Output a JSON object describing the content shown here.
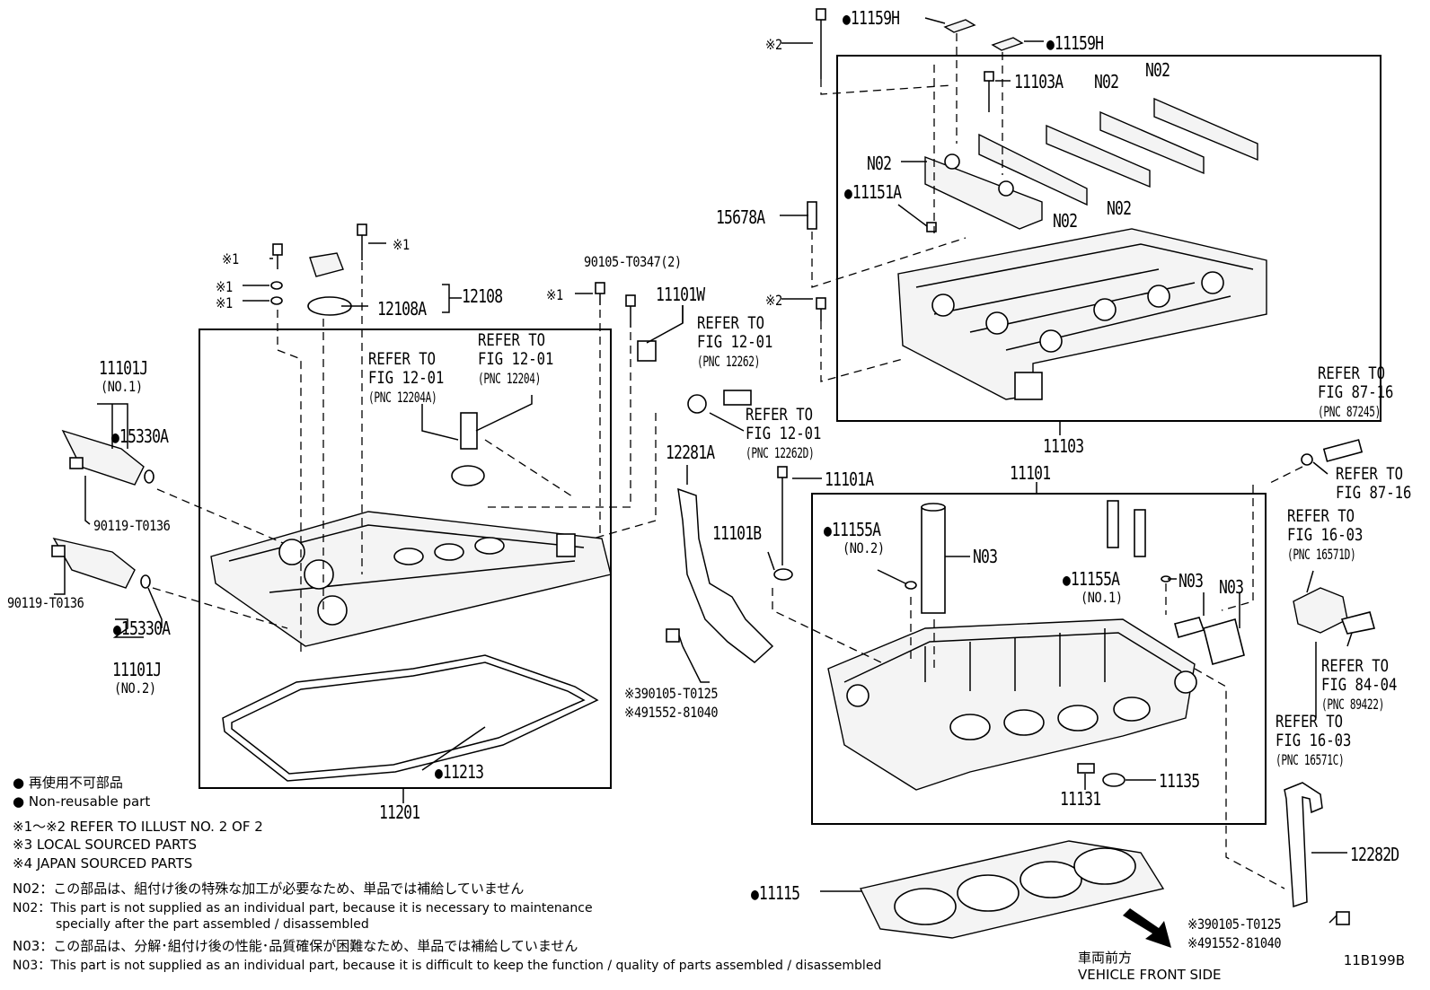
{
  "diagram_code": "11B199B",
  "part_labels": {
    "p11159H_top": "11159H",
    "p11159H_right": "11159H",
    "p11103A": "11103A",
    "n02_a": "N02",
    "n02_b": "N02",
    "n02_c": "N02",
    "n02_d": "N02",
    "n02_e": "N02",
    "p11151A": "11151A",
    "p15678A": "15678A",
    "p11103": "11103",
    "p12108": "12108",
    "p12108A": "12108A",
    "p90105_T0347": "90105-T0347(2)",
    "p11101W": "11101W",
    "p11101J_1": "11101J",
    "p11101J_1_sub": "(NO.1)",
    "p15330A_1": "15330A",
    "p90119_1": "90119-T0136",
    "p90119_2": "90119-T0136",
    "p15330A_2": "15330A",
    "p11101J_2": "11101J",
    "p11101J_2_sub": "(NO.2)",
    "p12281A": "12281A",
    "p11101A": "11101A",
    "p11101B": "11101B",
    "p11101": "11101",
    "p11155A_2": "11155A",
    "p11155A_2_sub": "(NO.2)",
    "n03_a": "N03",
    "p11155A_1": "11155A",
    "p11155A_1_sub": "(NO.1)",
    "n03_b": "N03",
    "n03_c": "N03",
    "p11213": "11213",
    "p11201": "11201",
    "p90105_T0125_a": "※390105-T0125",
    "p491552_a": "※491552-81040",
    "p11131": "11131",
    "p11135": "11135",
    "p11115": "11115",
    "p12282D": "12282D",
    "p90105_T0125_b": "※390105-T0125",
    "p491552_b": "※491552-81040",
    "mark_top_left": "※2",
    "mark_mid": "※2",
    "mark_1a": "※1",
    "mark_1b": "※1",
    "mark_1c": "※1",
    "mark_1d": "※1",
    "mark_1e": "※1"
  },
  "references": {
    "ref_12204A": [
      "REFER TO",
      "FIG 12-01",
      "(PNC 12204A)"
    ],
    "ref_12204": [
      "REFER TO",
      "FIG 12-01",
      "(PNC 12204)"
    ],
    "ref_12262": [
      "REFER TO",
      "FIG 12-01",
      "(PNC 12262)"
    ],
    "ref_12262D": [
      "REFER TO",
      "FIG 12-01",
      "(PNC 12262D)"
    ],
    "ref_87245": [
      "REFER TO",
      "FIG 87-16",
      "(PNC 87245)"
    ],
    "ref_87_16": [
      "REFER TO",
      "FIG 87-16"
    ],
    "ref_16571D": [
      "REFER TO",
      "FIG 16-03",
      "(PNC 16571D)"
    ],
    "ref_89422": [
      "REFER TO",
      "FIG 84-04",
      "(PNC 89422)"
    ],
    "ref_16571C": [
      "REFER TO",
      "FIG 16-03",
      "(PNC 16571C)"
    ]
  },
  "legend": {
    "jp_nonreusable": "再使用不可部品",
    "en_nonreusable": "Non-reusable part",
    "note1": "※1～※2  REFER TO ILLUST NO. 2 OF 2",
    "note3": "※3  LOCAL SOURCED PARTS",
    "note4": "※4  JAPAN SOURCED PARTS",
    "n02_jp": "N02：この部品は、組付け後の特殊な加工が必要なため、単品では補給していません",
    "n02_en1": "N02：This part is not supplied as an individual part, because it is necessary to maintenance",
    "n02_en2": "specially after the part assembled / disassembled",
    "n03_jp": "N03：この部品は、分解･組付け後の性能･品質確保が困難なため、単品では補給していません",
    "n03_en": "N03：This part is not supplied as an individual part, because it is difficult to keep the function / quality of parts  assembled / disassembled"
  },
  "direction": {
    "jp": "車両前方",
    "en": "VEHICLE FRONT SIDE"
  }
}
